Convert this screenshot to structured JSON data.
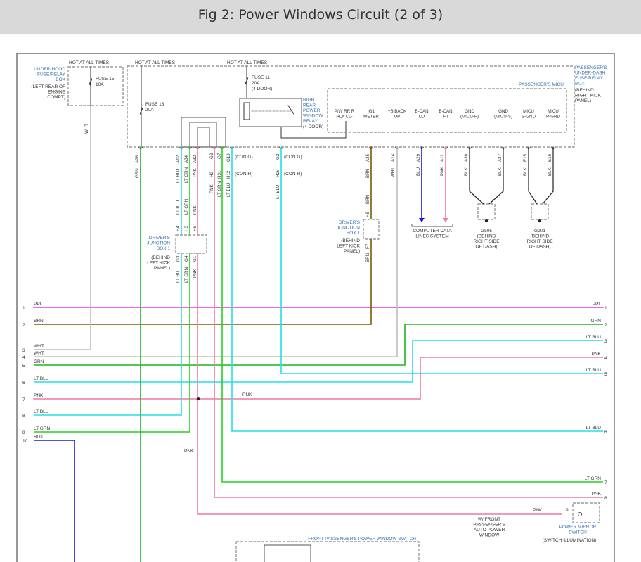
{
  "header": {
    "title": "Fig 2: Power Windows Circuit (2 of 3)"
  },
  "colors": {
    "PPL": "#e830e8",
    "BRN": "#7a5a00",
    "WHT": "#bdbdbd",
    "GRN": "#1fb51f",
    "LTBLU": "#22e0e8",
    "PNK": "#ee7aa0",
    "LTGRN": "#22d422",
    "BLU": "#1a1ad4",
    "BLK": "#222222",
    "box": "#888888",
    "blue_label": "#3a6fb0"
  },
  "labels": {
    "hot1": "HOT AT ALL TIMES",
    "hot2": "HOT AT ALL TIMES",
    "hot3": "HOT AT ALL TIMES",
    "fuse15": "FUSE 15",
    "fuse15_amp": "10A",
    "fuse13": "FUSE 13",
    "fuse13_amp": "20A",
    "fuse11": "FUSE 11",
    "fuse11_amp": "20A",
    "fuse11_note": "(4 DOOR)",
    "uh_box": [
      "UNDER-HOOD",
      "FUSE/RELAY",
      "BOX"
    ],
    "uh_box_loc": [
      "(LEFT REAR OF",
      "ENGINE",
      "COMPT)"
    ],
    "relay": [
      "RIGHT",
      "REAR",
      "POWER",
      "WINDOW",
      "RELAY"
    ],
    "relay_note": "(4 DOOR)",
    "pass_box": [
      "PASSENGER'S",
      "UNDER-DASH",
      "FUSE/RELAY",
      "BOX"
    ],
    "pass_box_loc": [
      "(BEHIND",
      "RIGHT KICK",
      "PANEL)"
    ],
    "micu": "PASSENGER'S MICU",
    "pins": [
      [
        "P/W RR R",
        "RLY CL-"
      ],
      [
        "IG1",
        "METER"
      ],
      [
        "+B BACK",
        "UP"
      ],
      [
        "B-CAN",
        "LO"
      ],
      [
        "B-CAN",
        "HI"
      ],
      [
        "GND",
        "(MICU-P)"
      ],
      [
        "GND",
        "(MICU-S)"
      ],
      [
        "MICU",
        "S-GND"
      ],
      [
        "MICU",
        "P-GND"
      ]
    ],
    "con_g1": "(CON G)",
    "con_h1": "(CON H)",
    "con_g2": "(CON G)",
    "con_h2": "(CON H)",
    "djb_left": [
      "DRIVER'S",
      "JUNCTION",
      "BOX 1"
    ],
    "djb_left_loc": [
      "(BEHIND",
      "LEFT KICK",
      "PANEL)"
    ],
    "djb_mid": [
      "DRIVER'S",
      "JUNCTION",
      "BOX 1"
    ],
    "djb_mid_loc": [
      "(BEHIND",
      "LEFT KICK",
      "PANEL)"
    ],
    "can_sys": [
      "COMPUTER DATA",
      "LINES SYSTEM"
    ],
    "g505": [
      "G505",
      "(BEHIND",
      "RIGHT SIDE",
      "OF DASH)"
    ],
    "g201": [
      "G201",
      "(BEHIND",
      "RIGHT SIDE",
      "OF DASH)"
    ],
    "mirror": [
      "POWER MIRROR",
      "SWITCH"
    ],
    "mirror_note": "(SWITCH ILLUMINATION)",
    "mirror_pin": "9",
    "mirror_wire": "PNK",
    "front_switch": "FRONT PASSENGER'S POWER WINDOW SWITCH",
    "auto_window": [
      "W/ FRONT",
      "PASSENGER'S",
      "AUTO POWER",
      "WINDOW"
    ],
    "mid_pnk": "PNK",
    "low_pnk": "PNK"
  },
  "wire_labels": {
    "wht_top": "WHT",
    "a28": "A28",
    "grn_a28": "GRN",
    "a12": "A12",
    "a34": "A34",
    "a32": "A32",
    "g3": "G3",
    "g7": "G7",
    "g13": "G13",
    "ltblu_a12": "LT BLU",
    "ltgrn_a34": "LT GRN",
    "pnk_a32": "PNK",
    "h2": "H2",
    "h31": "H31",
    "h12": "H12",
    "pnk_h2": "PNK",
    "ltgrn_h31": "LT GRN",
    "ltblu_h12": "LT BLU",
    "g2": "G2",
    "h26": "H26",
    "ltblu_h26": "LT BLU",
    "a35": "A35",
    "brn_a35": "BRN",
    "brn2": "BRN",
    "h8": "H8",
    "f7": "F7",
    "brn3": "BRN",
    "a14": "A14",
    "wht_a14": "WHT",
    "a29": "A29",
    "blu_a29": "BLU",
    "a11": "A11",
    "pnk_a11": "PNK",
    "a36": "A36",
    "blk_a36": "BLK",
    "a37": "A37",
    "blk_a37": "BLK",
    "e15": "E15",
    "blk_e15": "BLK",
    "e16": "E16",
    "blk_e16": "BLK",
    "jb_ltblu": "LT BLU",
    "jb_ltgrn": "LT GRN",
    "jb_pnk": "PNK",
    "h4": "H4",
    "h3": "H3",
    "h5": "H5",
    "g3b": "G3",
    "g4": "G4",
    "g1": "G1",
    "jb_ltblu2": "LT BLU",
    "jb_ltgrn2": "LT GRN",
    "jb_pnk2": "PNK"
  },
  "left_conn": [
    {
      "num": "1",
      "color": "PPL"
    },
    {
      "num": "2",
      "color": "BRN"
    },
    {
      "num": "3",
      "color": "WHT"
    },
    {
      "num": "4",
      "color": "WHT"
    },
    {
      "num": "5",
      "color": "GRN"
    },
    {
      "num": "6",
      "color": "LT BLU"
    },
    {
      "num": "7",
      "color": "PNK"
    },
    {
      "num": "8",
      "color": "LT BLU"
    },
    {
      "num": "9",
      "color": "LT GRN"
    },
    {
      "num": "10",
      "color": "BLU"
    }
  ],
  "right_conn": [
    {
      "num": "1",
      "color": "PPL"
    },
    {
      "num": "2",
      "color": "GRN"
    },
    {
      "num": "3",
      "color": "LT BLU"
    },
    {
      "num": "4",
      "color": "PNK"
    },
    {
      "num": "5",
      "color": "LT BLU"
    },
    {
      "num": "6",
      "color": "LT BLU"
    },
    {
      "num": "7",
      "color": "LT GRN"
    },
    {
      "num": "8",
      "color": "PNK"
    }
  ]
}
